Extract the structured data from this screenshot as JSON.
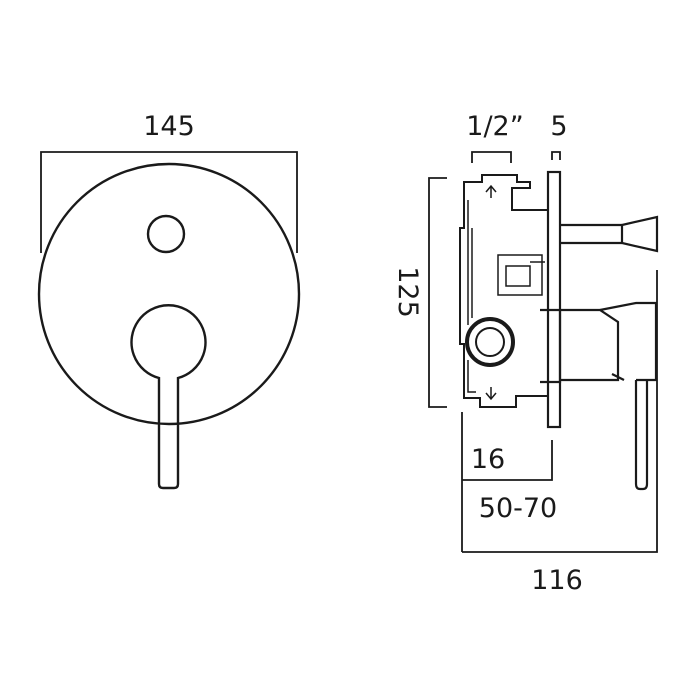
{
  "front_view": {
    "width_label": "145"
  },
  "side_view": {
    "pipe_label": "1/2”",
    "plate_label": "5",
    "height_label": "125",
    "depth_min_label": "16",
    "depth_range_label": "50-70",
    "overall_label": "116"
  }
}
